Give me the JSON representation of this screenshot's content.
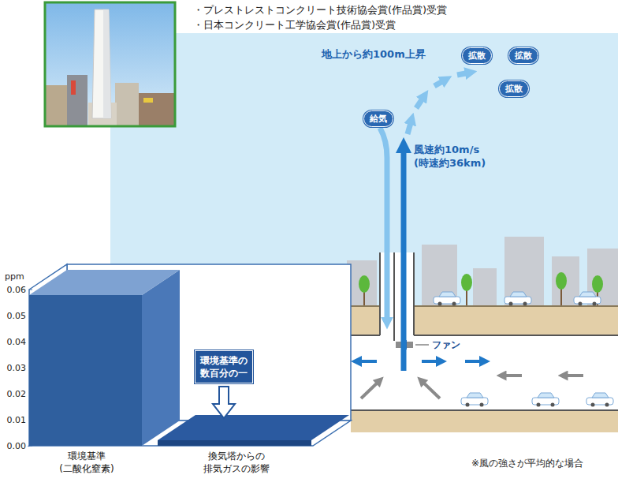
{
  "diagram": {
    "nodes": [
      {
        "text": [
          "拡散"
        ]
      },
      {
        "text": [
          "拡散"
        ]
      },
      {
        "text": [
          "拡散"
        ]
      },
      {
        "text": [
          "給気"
        ]
      },
      {
        "text": [
          "環境基準の 数百分の一"
        ]
      }
    ],
    "labels": [
      "・プレストレストコンクリート技術協会賞(作品賞)受賞",
      "・日本コンクリート工学協会賞(作品賞)受賞",
      "地上から約100m上昇",
      "風速約10m/s (時速約36km)",
      "ファン",
      "ppm",
      "0.06",
      "0.05",
      "0.04",
      "0.03",
      "0.02",
      "0.01",
      "0.00",
      "環境基準 (二酸化窒素)",
      "換気塔からの 排気ガスの影響",
      "※風の強さが平均的な場合"
    ]
  }
}
